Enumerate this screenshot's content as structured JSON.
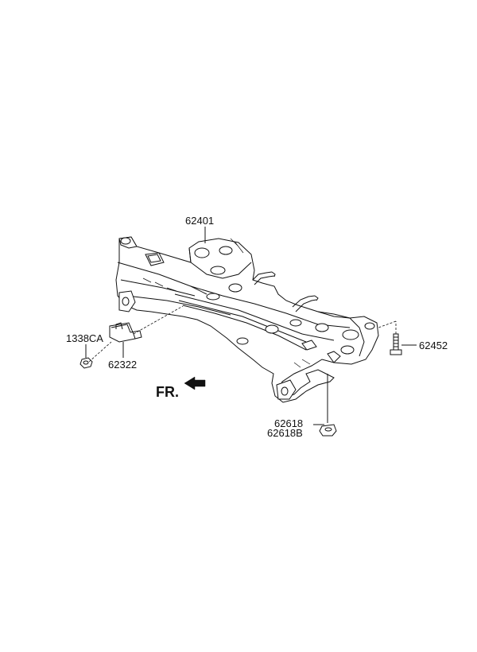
{
  "parts": {
    "subframe": "62401",
    "nut": "1338CA",
    "bracket": "62322",
    "bolt": "62452",
    "stopper_a": "62618",
    "stopper_b": "62618B"
  },
  "direction": {
    "label": "FR."
  }
}
